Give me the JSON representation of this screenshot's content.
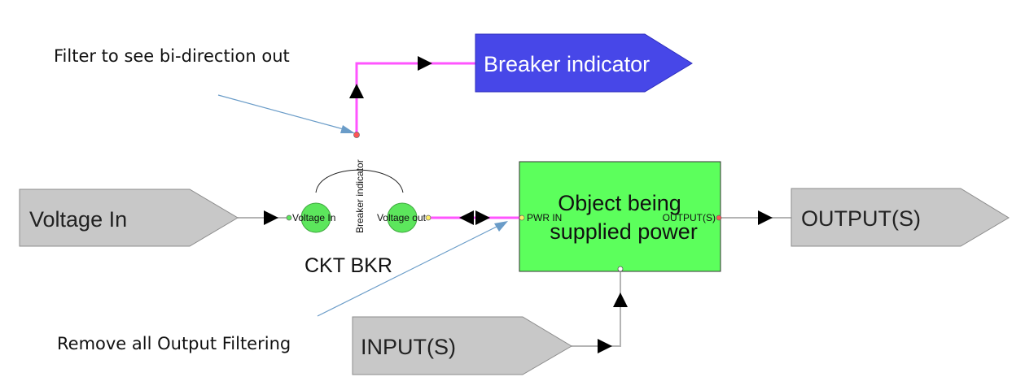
{
  "annotations": {
    "top": "Filter to see bi-direction out",
    "bottom": "Remove all Output Filtering"
  },
  "nodes": {
    "voltage_in": "Voltage In",
    "breaker_indicator_out": "Breaker indicator",
    "output": "OUTPUT(S)",
    "input": "INPUT(S)"
  },
  "circuit_breaker": {
    "title": "CKT BKR",
    "port_in": "Voltage In",
    "port_out": "Voltage out",
    "port_indicator": "Breaker indicator"
  },
  "object": {
    "title_line1": "Object being",
    "title_line2": "supplied power",
    "port_in": "PWR IN",
    "port_out": "OUTPUT(S)"
  },
  "colors": {
    "gray_node": "#c8c8c8",
    "indicator_node": "#4747e8",
    "object_fill": "#5cff5c",
    "port_circle": "#5ce65c",
    "wire_highlight": "#ff55ff",
    "wire_plain": "#b4b4b4",
    "callout_arrow": "#6a9cc8"
  }
}
